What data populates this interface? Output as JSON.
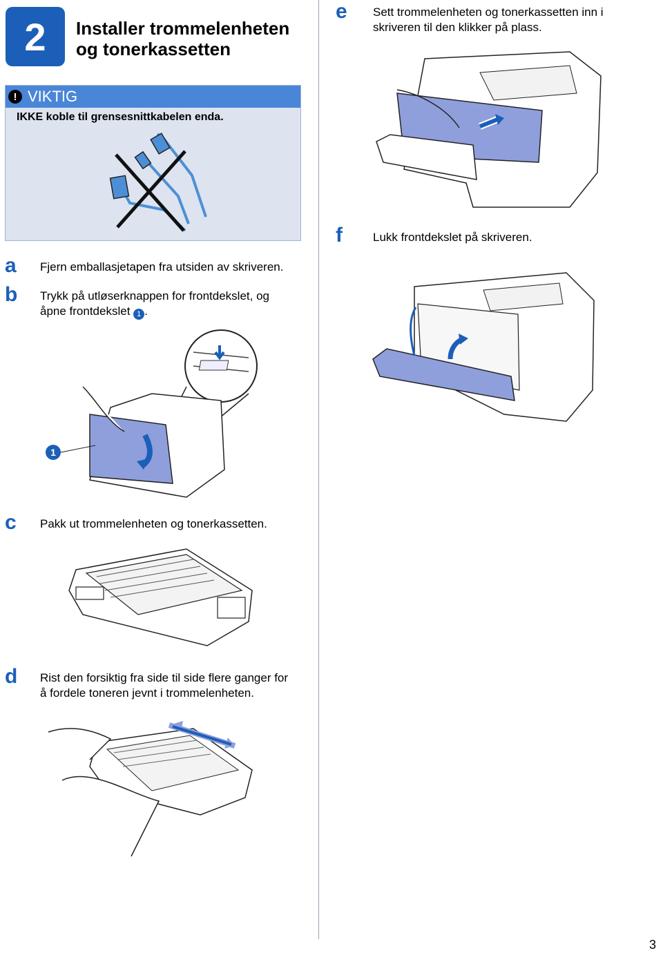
{
  "section": {
    "number": "2",
    "title_line1": "Installer trommelenheten",
    "title_line2": "og tonerkassetten"
  },
  "important": {
    "icon": "exclamation-icon",
    "heading": "VIKTIG",
    "text": "IKKE koble til grensesnittkabelen enda."
  },
  "steps": [
    {
      "letter": "a",
      "text": "Fjern emballasjetapen fra utsiden av skriveren."
    },
    {
      "letter": "b",
      "text": "Trykk på utløserknappen for frontdekslet, og",
      "text2": "åpne frontdekslet",
      "callout": "1",
      "text3": "."
    },
    {
      "letter": "c",
      "text": "Pakk ut trommelenheten og tonerkassetten."
    },
    {
      "letter": "d",
      "text": "Rist den forsiktig fra side til side flere ganger for",
      "text2": "å fordele toneren jevnt i trommelenheten."
    },
    {
      "letter": "e",
      "text": "Sett trommelenheten og tonerkassetten inn i",
      "text2": "skriveren til den klikker på plass."
    },
    {
      "letter": "f",
      "text": "Lukk frontdekslet på skriveren."
    }
  ],
  "illustration_callout": "1",
  "page_number": "3",
  "colors": {
    "brand_blue": "#1c5fb8",
    "important_header": "#4a86d8",
    "important_bg": "#dde3ef",
    "part_blue": "#8f9fdc"
  }
}
